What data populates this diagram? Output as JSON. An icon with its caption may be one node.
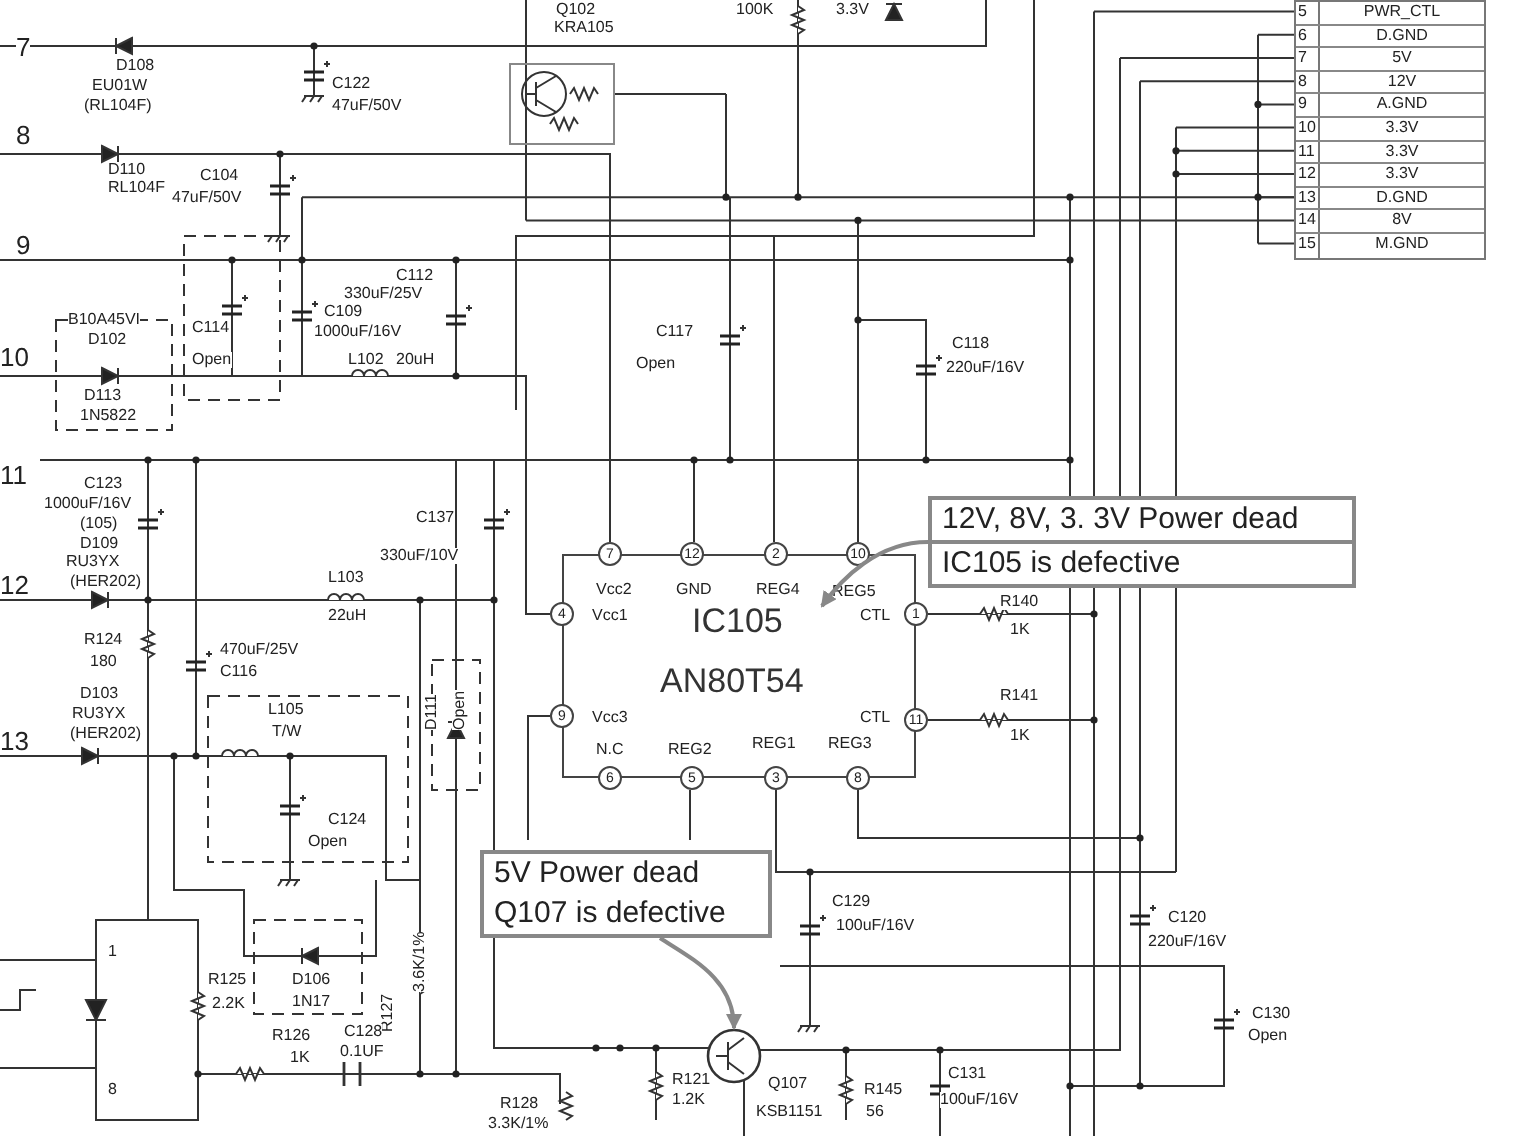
{
  "diagram": {
    "nodes": [
      {
        "text": [
          "12V, 8V, 3. 3V Power dead",
          "IC105 is defective"
        ]
      },
      {
        "text": [
          "Vcc2",
          "GND",
          "REG4",
          "REG5",
          "Vcc1",
          "IC105",
          "AN80T54",
          "CTL",
          "Vcc3",
          "CTL",
          "N.C",
          "REG2",
          "REG1",
          "REG3"
        ]
      },
      {
        "text": [
          "5V Power dead",
          "Q107 is defective"
        ]
      }
    ],
    "edges": [
      {
        "from": 0,
        "to": 1,
        "arrow": "to",
        "color": "#888888"
      },
      {
        "from": 2,
        "to": null,
        "arrow": "to",
        "color": "#888888"
      }
    ],
    "labels": [
      "Q102",
      "100K",
      "3.3V",
      "5",
      "PWR_CTL",
      "KRA105",
      "6",
      "D.GND",
      "7",
      "7",
      "5V",
      "D108",
      "EU01W",
      "C122",
      "8",
      "12V",
      "(RL104F)",
      "47uF/50V",
      "9",
      "A.GND",
      "10",
      "3.3V",
      "8",
      "11",
      "3.3V",
      "D110",
      "C104",
      "12",
      "3.3V",
      "RL104F",
      "47uF/50V",
      "13",
      "D.GND",
      "14",
      "8V",
      "15",
      "M.GND",
      "9",
      "C112",
      "330uF/25V",
      "C109",
      "B10A45VI",
      "C114",
      "1000uF/16V",
      "C117",
      "D102",
      "C118",
      "10",
      "Open",
      "L102",
      "20uH",
      "Open",
      "220uF/16V",
      "D113",
      "1N5822",
      "11",
      "C123",
      "1000uF/16V",
      "C137",
      "(105)",
      "D109",
      "RU3YX",
      "330uF/10V",
      "7",
      "12",
      "2",
      "10",
      "12",
      "(HER202)",
      "L103",
      "R140",
      "4",
      "1",
      "22uH",
      "1K",
      "R124",
      "470uF/25V",
      "180",
      "C116",
      "D111",
      "Open",
      "D103",
      "R141",
      "L105",
      "9",
      "11",
      "RU3YX",
      "T/W",
      "13",
      "(HER202)",
      "1K",
      "6",
      "5",
      "3",
      "8",
      "C124",
      "Open",
      "C129",
      "C120",
      "100uF/16V",
      "1",
      "220uF/16V",
      "R127",
      "3.6K/1%",
      "R125",
      "D106",
      "2.2K",
      "1N17",
      "C130",
      "R126",
      "C128",
      "Open",
      "1K",
      "0.1UF",
      "8",
      "R121",
      "Q107",
      "R145",
      "C131",
      "R128",
      "1.2K",
      "KSB1151",
      "56",
      "100uF/16V",
      "3.3K/1%"
    ]
  }
}
